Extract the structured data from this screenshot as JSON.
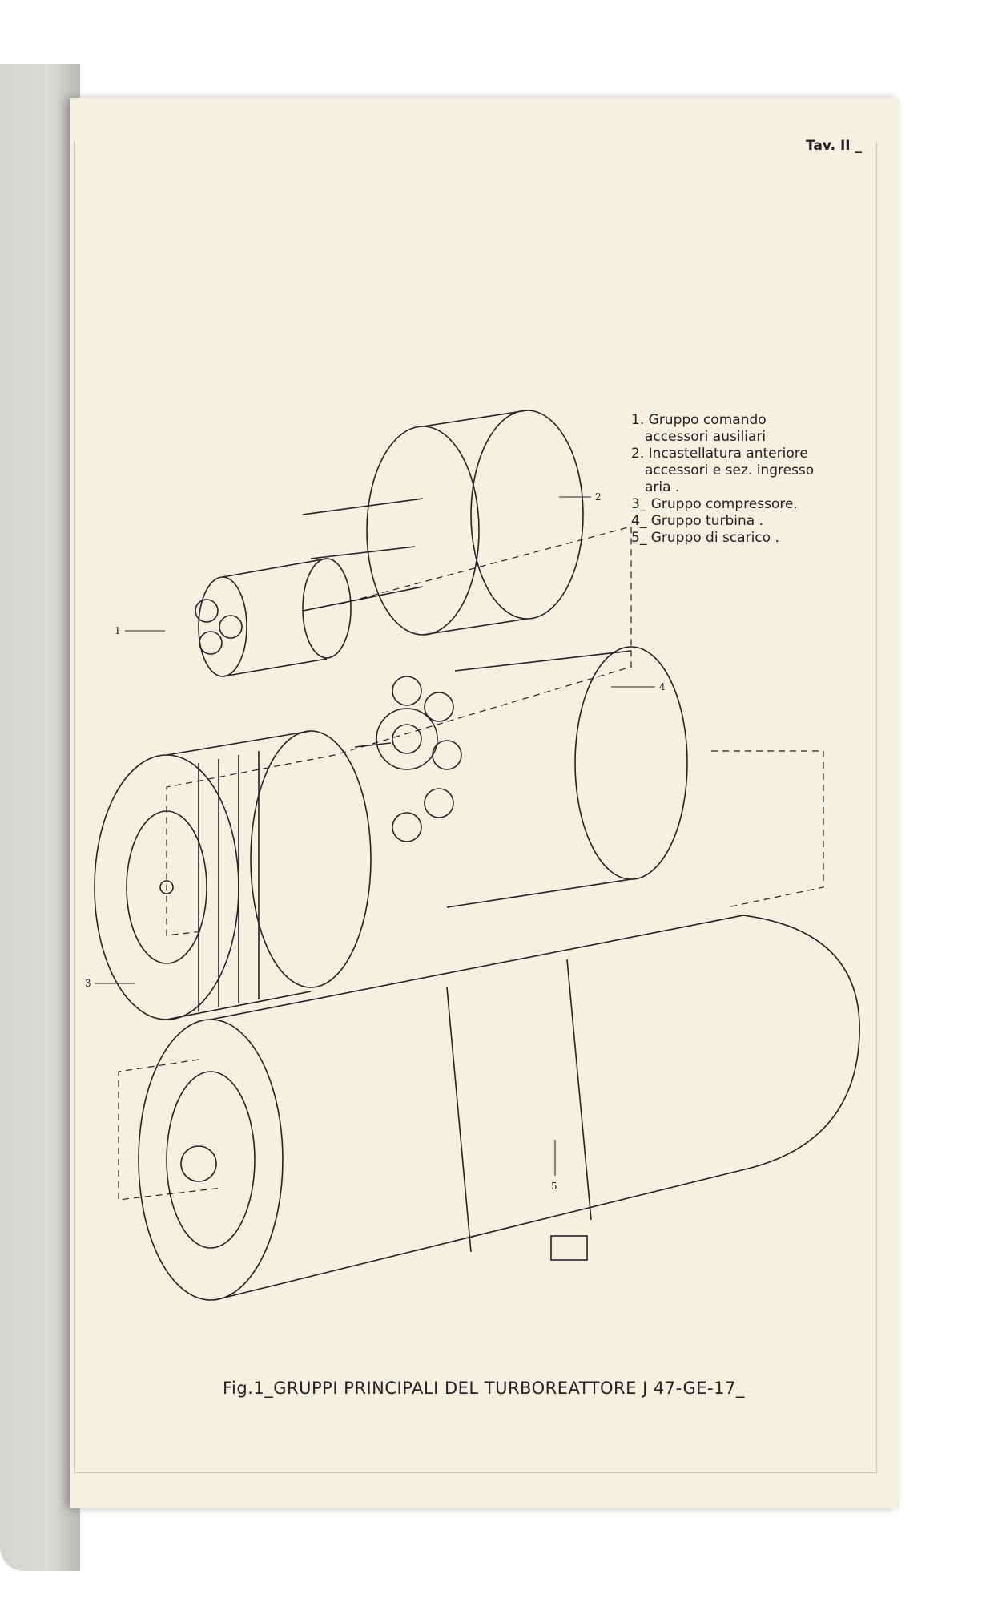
{
  "plate": "Tav. II _",
  "legend": [
    {
      "num": "1.",
      "lines": [
        "Gruppo comando",
        "accessori ausiliari"
      ]
    },
    {
      "num": "2.",
      "lines": [
        "Incastellatura anteriore",
        "accessori e sez. ingresso",
        "aria ."
      ]
    },
    {
      "num": "3_",
      "lines": [
        "Gruppo compressore."
      ]
    },
    {
      "num": "4_",
      "lines": [
        "Gruppo turbina ."
      ]
    },
    {
      "num": "5_",
      "lines": [
        "Gruppo di scarico ."
      ]
    }
  ],
  "callouts": [
    "1",
    "2",
    "3",
    "4",
    "5"
  ],
  "caption": "Fig.1_GRUPPI PRINCIPALI DEL TURBOREATTORE J 47-GE-17_"
}
